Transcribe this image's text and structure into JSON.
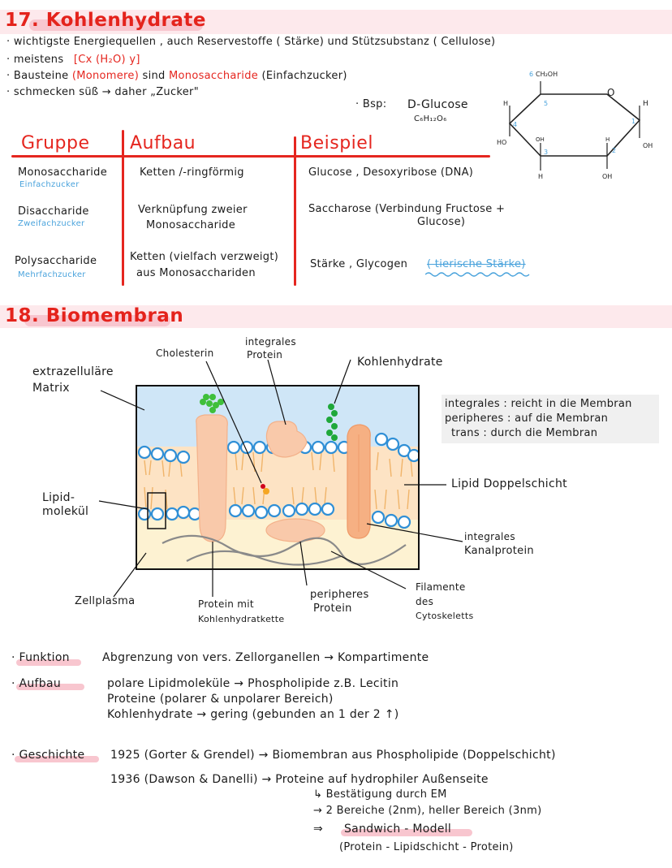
{
  "sec17": {
    "heading": "17. Kohlenhydrate",
    "bullets": [
      "· wichtigste Energiequellen , auch Reservestoffe ( Stärke) und Stützsubstanz ( Cellulose)",
      "· meistens",
      "· Bausteine",
      "· schmecken süß → daher „Zucker\""
    ],
    "formula": "[Cx (H₂O) y]",
    "monomere": "(Monomere)",
    "sind": "sind",
    "monosaccharide": "Monosaccharide",
    "einfachzucker": "(Einfachzucker)",
    "bsp_label": "· Bsp:",
    "bsp_value": "D-Glucose",
    "bsp_formula": "C₆H₁₂O₆",
    "glucose": {
      "ch2oh": "CH₂OH",
      "o": "O",
      "h": "H",
      "oh": "OH",
      "ho": "HO",
      "n1": "1",
      "n2": "2",
      "n3": "3",
      "n4": "4",
      "n5": "5",
      "n6": "6"
    },
    "table": {
      "headers": [
        "Gruppe",
        "Aufbau",
        "Beispiel"
      ],
      "rows": [
        {
          "gruppe": "Monosaccharide",
          "sub": "Einfachzucker",
          "aufbau": [
            "Ketten /-ringförmig"
          ],
          "beispiel": [
            "Glucose , Desoxyribose (DNA)"
          ]
        },
        {
          "gruppe": "Disaccharide",
          "sub": "Zweifachzucker",
          "aufbau": [
            "Verknüpfung zweier",
            "Monosaccharide"
          ],
          "beispiel": [
            "Saccharose (Verbindung Fructose +",
            "Glucose)"
          ]
        },
        {
          "gruppe": "Polysaccharide",
          "sub": "Mehrfachzucker",
          "aufbau": [
            "Ketten (vielfach verzweigt)",
            "aus Monosacchariden"
          ],
          "beispiel": [
            "Stärke , Glycogen"
          ]
        }
      ],
      "strike": "( tierische Stärke)"
    }
  },
  "sec18": {
    "heading": "18. Biomembran",
    "labels": {
      "cholesterin": "Cholesterin",
      "integrales_protein": [
        "integrales",
        "Protein"
      ],
      "kohlenhydrate": "Kohlenhydrate",
      "matrix": [
        "extrazelluläre",
        "Matrix"
      ],
      "lipidmolekuel": [
        "Lipid-",
        "molekül"
      ],
      "lipid_doppelschicht": "Lipid Doppelschicht",
      "kanalprotein": [
        "integrales",
        "Kanalprotein"
      ],
      "zellplasma": "Zellplasma",
      "protein_kette": [
        "Protein mit",
        "Kohlenhydratkette"
      ],
      "peripheres": [
        "peripheres",
        "Protein"
      ],
      "filamente": [
        "Filamente",
        "des",
        "Cytoskeletts"
      ]
    },
    "legend": [
      {
        "term": "integrales",
        "def": "reicht in die Membran"
      },
      {
        "term": "peripheres",
        "def": "auf die Membran"
      },
      {
        "term": "trans",
        "def": "durch die Membran"
      }
    ],
    "funktion_label": "· Funktion",
    "funktion": "Abgrenzung von vers. Zellorganellen → Kompartimente",
    "aufbau_label": "· Aufbau",
    "aufbau": [
      "polare Lipidmoleküle → Phospholipide z.B. Lecitin",
      "Proteine (polarer & unpolarer Bereich)",
      "Kohlenhydrate → gering (gebunden an 1 der 2 ↑)"
    ],
    "geschichte_label": "· Geschichte",
    "geschichte": [
      "1925 (Gorter & Grendel) → Biomembran aus Phospholipide (Doppelschicht)",
      "1936 (Dawson & Danelli) → Proteine auf hydrophiler Außenseite",
      "↳ Bestätigung durch EM",
      "→ 2 Bereiche (2nm), heller Bereich (3nm)",
      "⇒",
      "Sandwich - Modell",
      "(Protein - Lipidschicht - Protein)"
    ]
  }
}
